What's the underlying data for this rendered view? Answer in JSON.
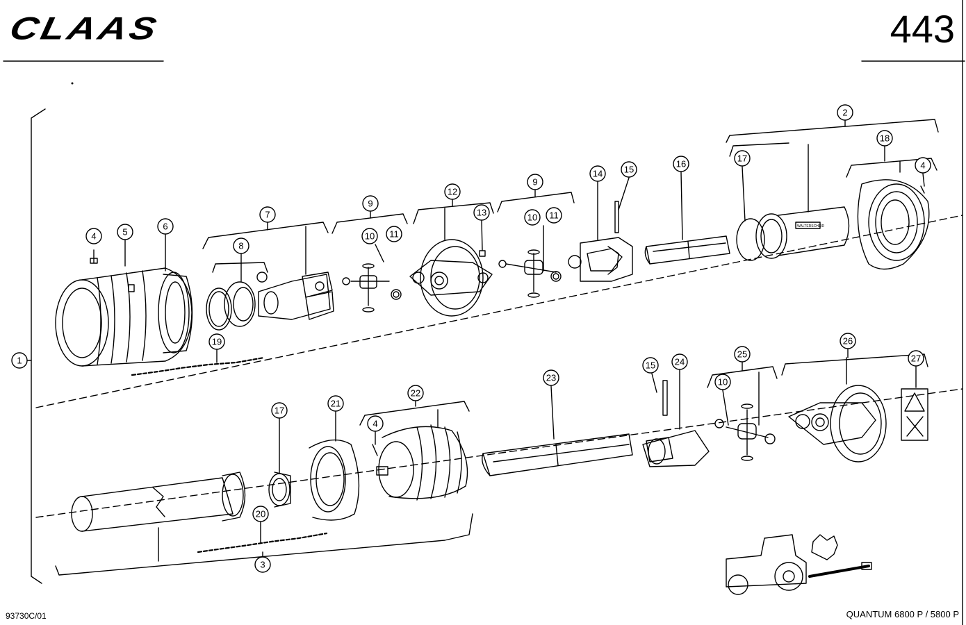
{
  "header": {
    "brand": "CLAAS",
    "page_number": "443"
  },
  "footer": {
    "drawing_code": "93730C/01",
    "model": "QUANTUM 6800 P / 5800 P"
  },
  "callouts": [
    "1",
    "2",
    "3",
    "4",
    "5",
    "6",
    "7",
    "8",
    "9",
    "10",
    "11",
    "12",
    "13",
    "14",
    "15",
    "16",
    "17",
    "18",
    "19",
    "20",
    "21",
    "22",
    "23",
    "24",
    "25",
    "26",
    "27"
  ],
  "label_on_tube": "WALTERSCHEID"
}
